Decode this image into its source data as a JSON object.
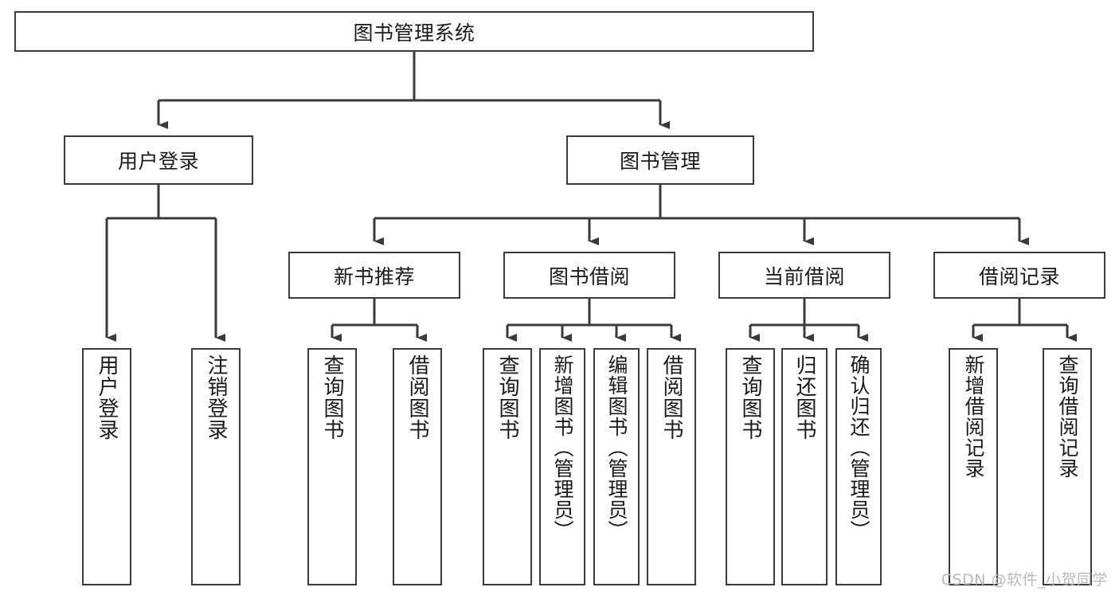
{
  "diagram": {
    "title": "图书管理系统",
    "type": "hierarchy-tree",
    "watermark": "CSDN @软件_小贺同学",
    "colors": {
      "box_border": "#3a3a3a",
      "box_fill": "#ffffff",
      "connector": "#3a3a3a",
      "text": "#1a1a1a",
      "watermark": "#b9b9b9",
      "background": "#ffffff"
    },
    "root": {
      "label": "图书管理系统"
    },
    "level2": [
      {
        "id": "user-login",
        "label": "用户登录"
      },
      {
        "id": "book-management",
        "label": "图书管理"
      }
    ],
    "level3": [
      {
        "id": "new-book-recommend",
        "label": "新书推荐"
      },
      {
        "id": "book-borrow",
        "label": "图书借阅"
      },
      {
        "id": "current-borrow",
        "label": "当前借阅"
      },
      {
        "id": "borrow-record",
        "label": "借阅记录"
      }
    ],
    "leaves": [
      {
        "id": "leaf-user-login",
        "parent": "user-login",
        "label": "用户登录"
      },
      {
        "id": "leaf-logout-login",
        "parent": "user-login",
        "label": "注销登录"
      },
      {
        "id": "leaf-query-book-1",
        "parent": "new-book-recommend",
        "label": "查询图书"
      },
      {
        "id": "leaf-borrow-book-1",
        "parent": "new-book-recommend",
        "label": "借阅图书"
      },
      {
        "id": "leaf-query-book-2",
        "parent": "book-borrow",
        "label": "查询图书"
      },
      {
        "id": "leaf-add-book",
        "parent": "book-borrow",
        "label": "新增图书（管理员）"
      },
      {
        "id": "leaf-edit-book",
        "parent": "book-borrow",
        "label": "编辑图书（管理员）"
      },
      {
        "id": "leaf-borrow-book-2",
        "parent": "book-borrow",
        "label": "借阅图书"
      },
      {
        "id": "leaf-query-book-3",
        "parent": "current-borrow",
        "label": "查询图书"
      },
      {
        "id": "leaf-return-book",
        "parent": "current-borrow",
        "label": "归还图书"
      },
      {
        "id": "leaf-confirm-return",
        "parent": "current-borrow",
        "label": "确认归还（管理员）"
      },
      {
        "id": "leaf-add-record",
        "parent": "borrow-record",
        "label": "新增借阅记录"
      },
      {
        "id": "leaf-query-record",
        "parent": "borrow-record",
        "label": "查询借阅记录"
      }
    ]
  }
}
